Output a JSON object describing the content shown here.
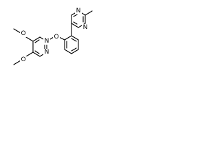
{
  "molecule": {
    "atoms": {
      "n_pyrimidine_top_left": "N",
      "n_pyrimidine_top_right": "N",
      "o_ether": "O",
      "n_dimethoxy_upper": "N",
      "n_dimethoxy_lower": "N",
      "o_methoxy_upper": "O",
      "o_methoxy_lower": "O"
    }
  }
}
